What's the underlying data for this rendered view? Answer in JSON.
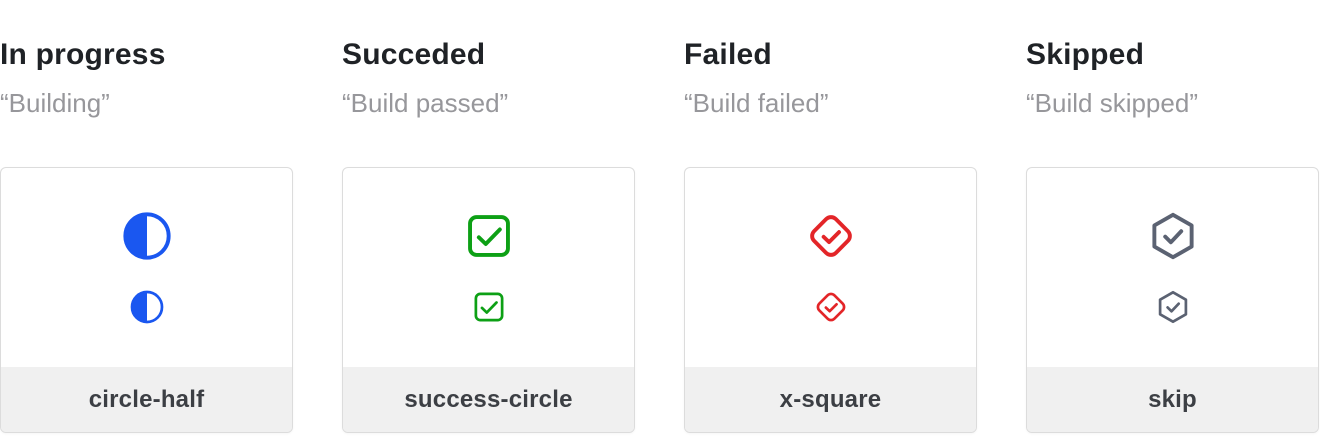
{
  "page": {
    "background": "#ffffff",
    "card_border": "#dcdcdc",
    "card_footer_bg": "#f0f0f0",
    "title_color": "#1f2226",
    "quote_color": "#97979b",
    "label_color": "#3c3f44"
  },
  "statuses": [
    {
      "title": "In progress",
      "quote": "“Building”",
      "icon": "circle-half-icon",
      "label": "circle-half",
      "color": "#1a57f0"
    },
    {
      "title": "Succeded",
      "quote": "“Build passed”",
      "icon": "check-square-icon",
      "label": "success-circle",
      "color": "#0da015"
    },
    {
      "title": "Failed",
      "quote": "“Build failed”",
      "icon": "check-diamond-icon",
      "label": "x-square",
      "color": "#e32528"
    },
    {
      "title": "Skipped",
      "quote": "“Build skipped”",
      "icon": "check-hexagon-icon",
      "label": "skip",
      "color": "#5b6272"
    }
  ]
}
